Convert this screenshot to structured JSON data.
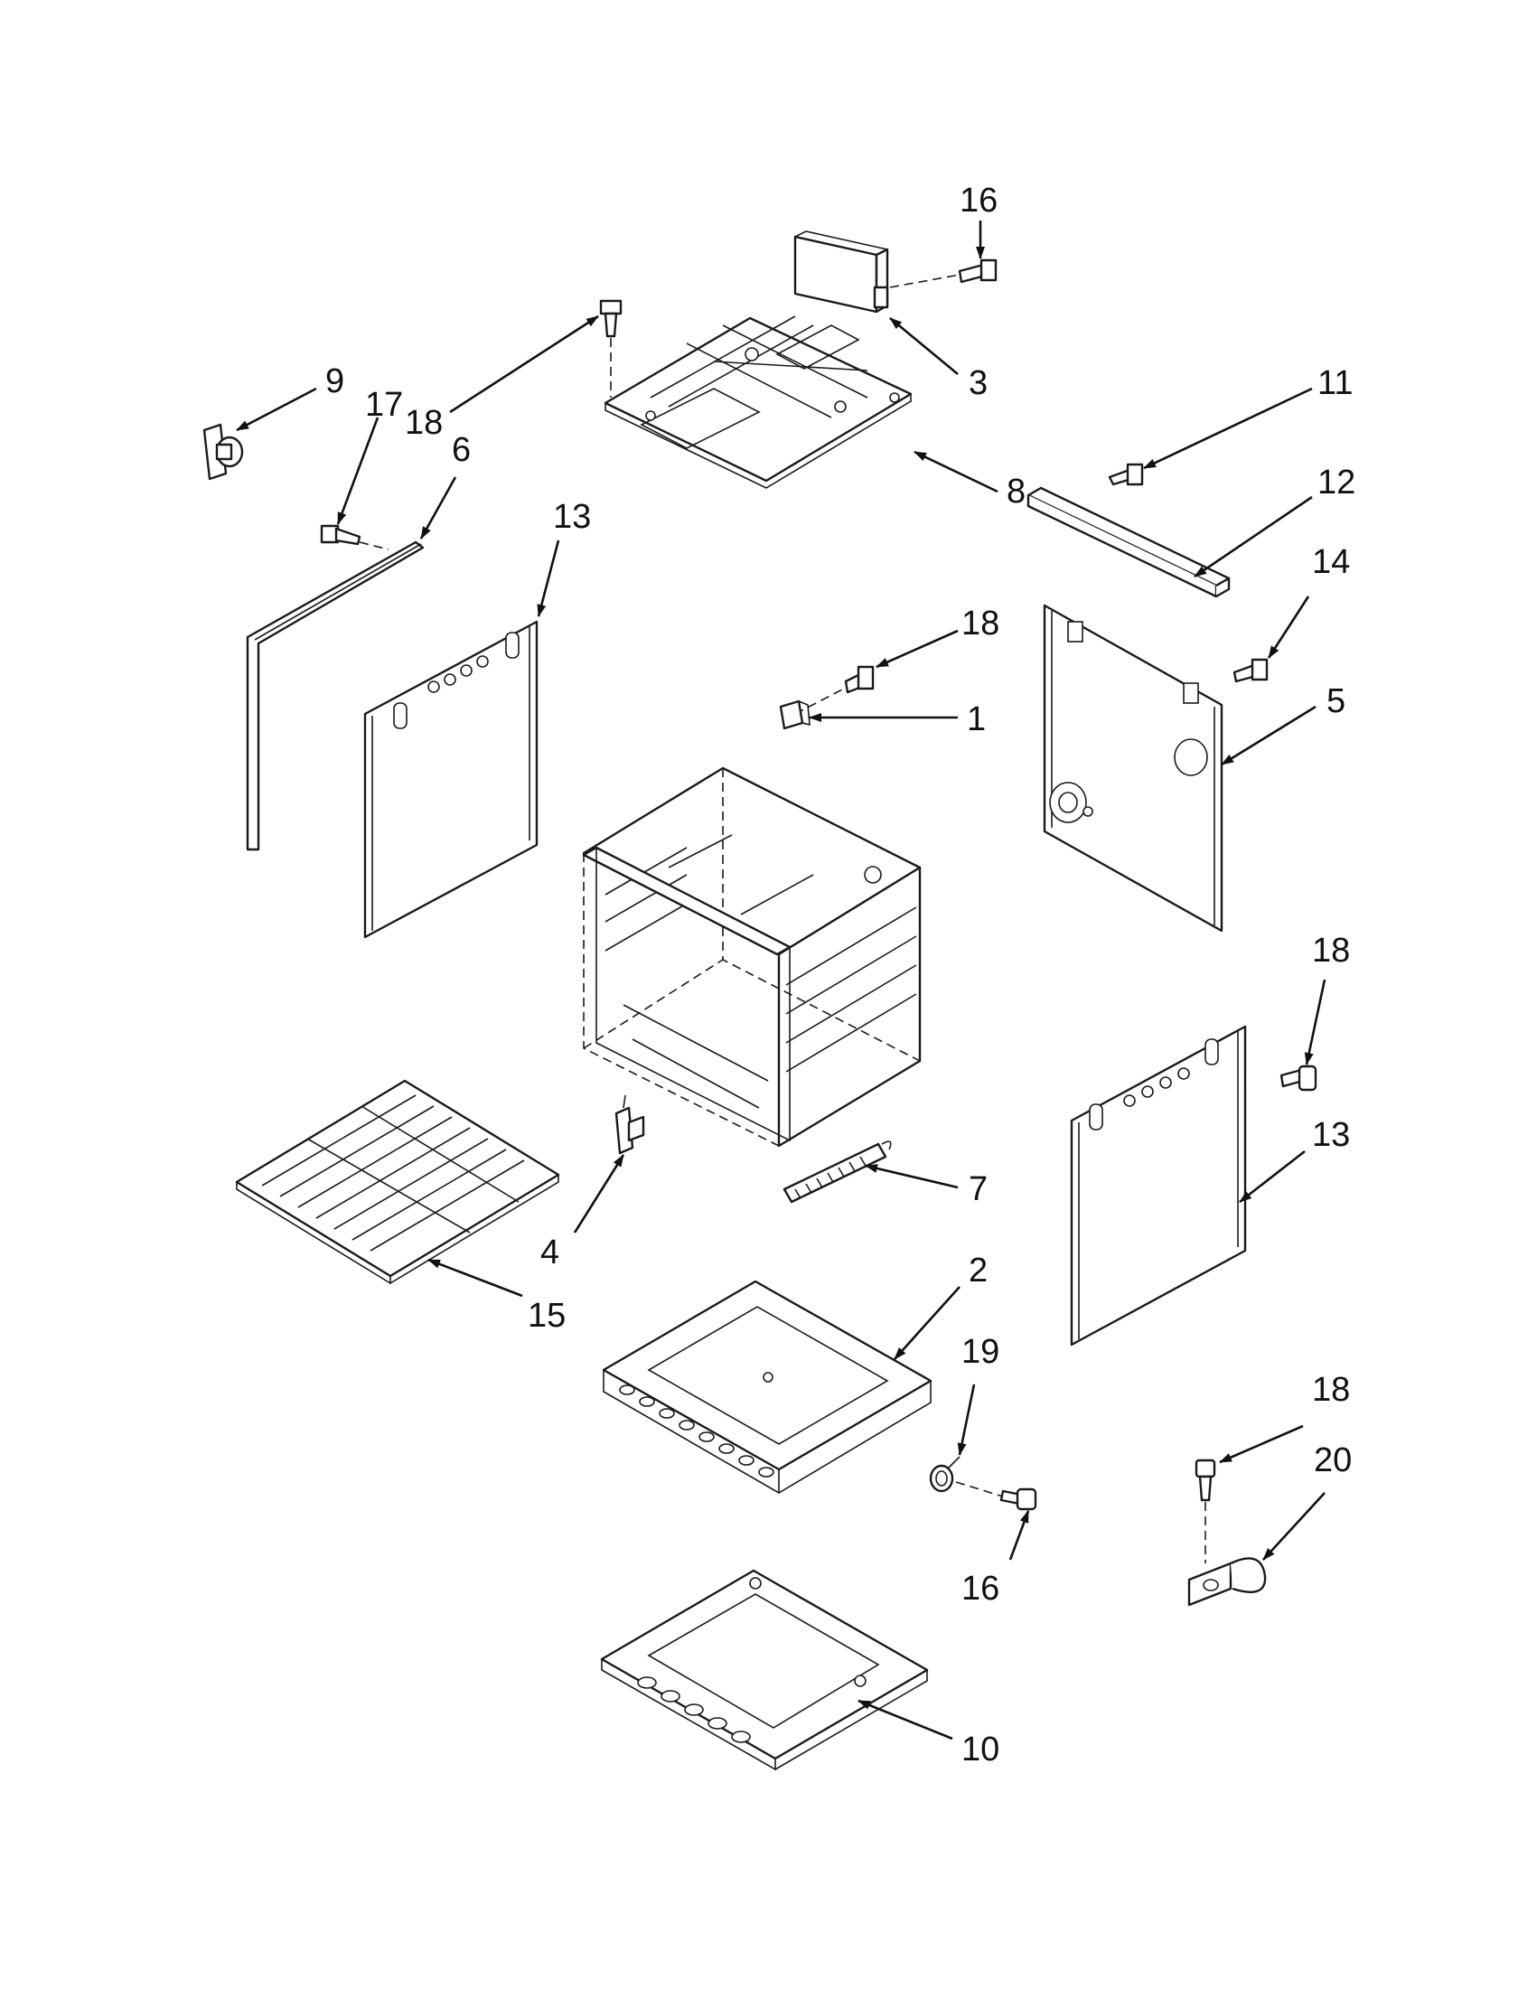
{
  "diagram": {
    "callouts": [
      {
        "id": "c16a",
        "label": "16"
      },
      {
        "id": "c3",
        "label": "3"
      },
      {
        "id": "c18a",
        "label": "18"
      },
      {
        "id": "c8",
        "label": "8"
      },
      {
        "id": "c9",
        "label": "9"
      },
      {
        "id": "c17",
        "label": "17"
      },
      {
        "id": "c6",
        "label": "6"
      },
      {
        "id": "c11",
        "label": "11"
      },
      {
        "id": "c12",
        "label": "12"
      },
      {
        "id": "c14",
        "label": "14"
      },
      {
        "id": "c13a",
        "label": "13"
      },
      {
        "id": "c18b",
        "label": "18"
      },
      {
        "id": "c1",
        "label": "1"
      },
      {
        "id": "c5",
        "label": "5"
      },
      {
        "id": "c18c",
        "label": "18"
      },
      {
        "id": "c13b",
        "label": "13"
      },
      {
        "id": "c7",
        "label": "7"
      },
      {
        "id": "c4",
        "label": "4"
      },
      {
        "id": "c15",
        "label": "15"
      },
      {
        "id": "c2",
        "label": "2"
      },
      {
        "id": "c19",
        "label": "19"
      },
      {
        "id": "c16b",
        "label": "16"
      },
      {
        "id": "c18d",
        "label": "18"
      },
      {
        "id": "c20",
        "label": "20"
      },
      {
        "id": "c10",
        "label": "10"
      }
    ]
  }
}
